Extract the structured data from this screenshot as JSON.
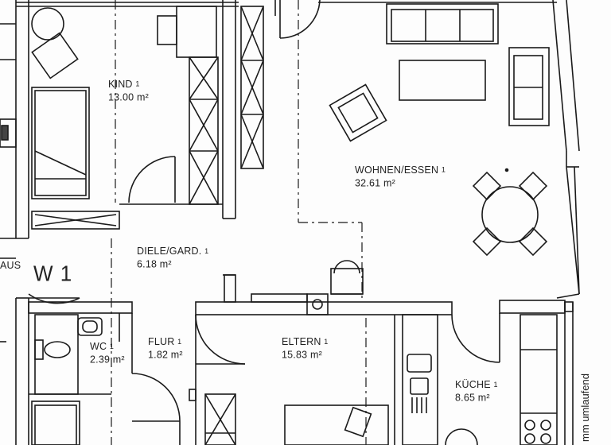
{
  "plan": {
    "unit_code": "W 1",
    "haus_fragment": "AUS",
    "edge_text": "mm umlaufend",
    "rooms": [
      {
        "key": "kind",
        "name": "KIND",
        "tag": "1",
        "area": "13.00 m²"
      },
      {
        "key": "wohnen",
        "name": "WOHNEN/ESSEN",
        "tag": "1",
        "area": "32.61 m²"
      },
      {
        "key": "diele",
        "name": "DIELE/GARD.",
        "tag": "1",
        "area": "6.18 m²"
      },
      {
        "key": "wc",
        "name": "WC",
        "tag": "1",
        "area": "2.39 m²"
      },
      {
        "key": "flur",
        "name": "FLUR",
        "tag": "1",
        "area": "1.82 m²"
      },
      {
        "key": "eltern",
        "name": "ELTERN",
        "tag": "1",
        "area": "15.83 m²"
      },
      {
        "key": "kueche",
        "name": "KÜCHE",
        "tag": "1",
        "area": "8.65 m²"
      }
    ]
  }
}
